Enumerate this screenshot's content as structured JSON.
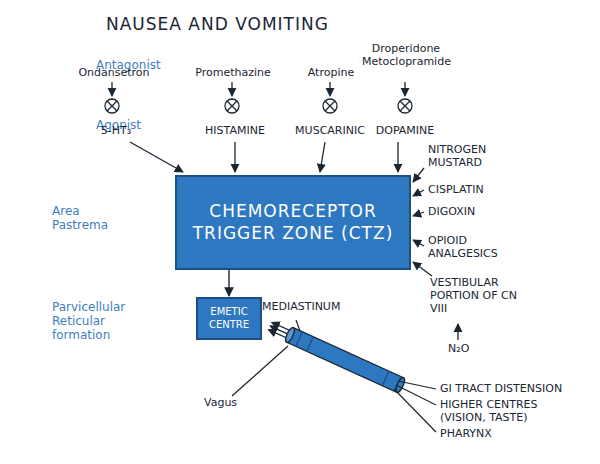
{
  "diagram": {
    "title": "NAUSEA AND VOMITING",
    "nodes": [
      {
        "text": [
          "CHEMORECEPTOR TRIGGER ZONE (CTZ)"
        ]
      },
      {
        "text": [
          "EMETIC CENTRE"
        ]
      }
    ],
    "edges": [
      {
        "from": 0,
        "to": 1,
        "arrow": "to"
      }
    ],
    "labels": [
      "Antagonist",
      "Ondansetron",
      "Promethazine",
      "Atropine",
      "Droperidone Metoclopramide",
      "Agonist",
      "5-HT₃",
      "HISTAMINE",
      "MUSCARINIC",
      "DOPAMINE",
      "NITROGEN MUSTARD",
      "CISPLATIN",
      "DIGOXIN",
      "OPIOID ANALGESICS",
      "VESTIBULAR PORTION OF CN VIII",
      "N₂O",
      "GI TRACT DISTENSION",
      "HIGHER CENTRES (VISION, TASTE)",
      "PHARYNX",
      "Area Pastrema",
      "Parvicellular Reticular formation",
      "MEDIASTINUM",
      "Vagus"
    ]
  }
}
